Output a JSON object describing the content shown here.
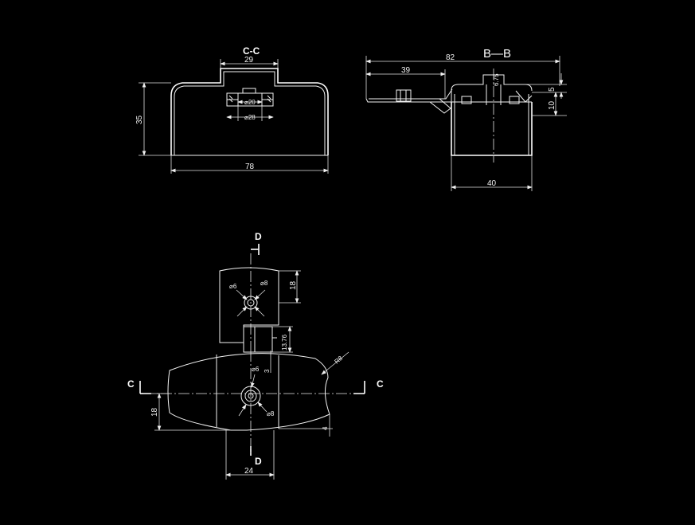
{
  "section_cc": {
    "label": "C-C",
    "dims": {
      "top_width": "29",
      "inner_dia": "⌀20",
      "outer_dia": "⌀28",
      "height": "35",
      "width": "78"
    }
  },
  "section_bb": {
    "label": "B—B",
    "dims": {
      "total": "82",
      "left": "39",
      "small": "6.75",
      "h5": "5",
      "h10": "10",
      "bottom": "40"
    }
  },
  "plan_view": {
    "labels": {
      "d_top": "D",
      "d_bottom": "D",
      "c_left": "C",
      "c_right": "C"
    },
    "dims": {
      "tab_height": "18",
      "neck": "13.76",
      "radius": "R8",
      "hole_small": "3",
      "body_height": "18",
      "bottom_width": "24",
      "offset": "4",
      "dia1": "⌀6",
      "dia2": "⌀8",
      "dia3": "⌀6",
      "dia4": "⌀8"
    }
  }
}
